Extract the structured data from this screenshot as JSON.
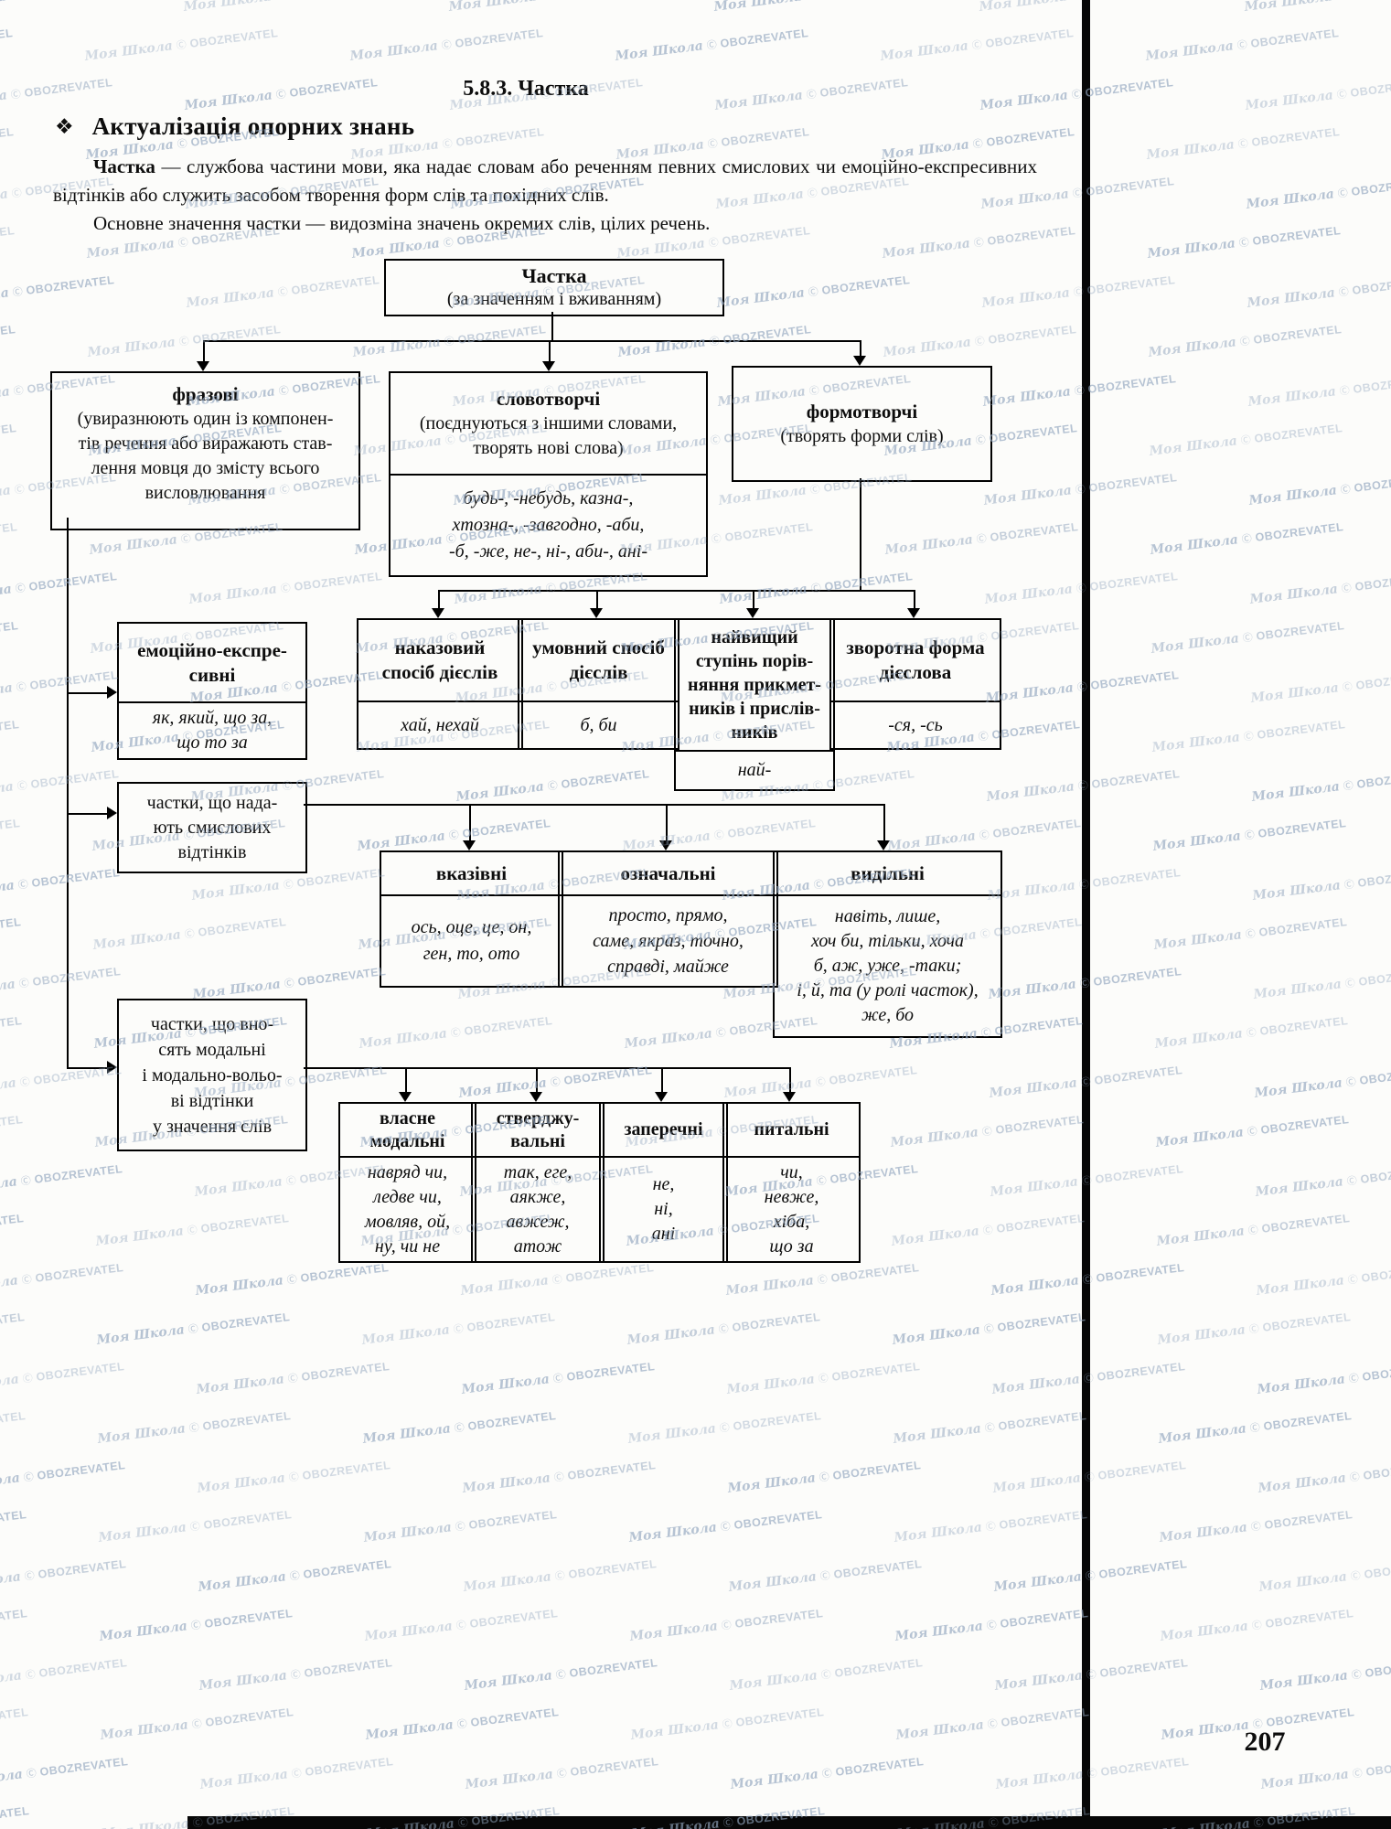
{
  "page": {
    "number": "207"
  },
  "watermark": {
    "script": "Моя Школа",
    "copy": "Ⓒ",
    "brand": "OBOZREVATEL",
    "color": "#93a7bf"
  },
  "heading": {
    "title": "5.8.3. Частка",
    "bullet": "❖",
    "subtitle": "Актуалізація опорних знань"
  },
  "intro": {
    "term": "Частка",
    "p1": " — службова частини мови, яка надає словам або реченням певних смислових чи емоційно-експресивних відтінків або служить засобом творення форм слів та похідних слів.",
    "p2": "Основне значення частки — видозміна значень окремих слів, цілих речень."
  },
  "diagram": {
    "root": {
      "title": "Частка",
      "subtitle": "(за значенням і вживанням)"
    },
    "frazovi": {
      "title": "фразові",
      "desc": "(увиразнюють один із компонен-\nтів речення або виражають став-\nлення мовця до змісту всього\nвисловлювання"
    },
    "slovotvorchi": {
      "title": "словотворчі",
      "desc": "(поєднуються з іншими словами,\nтворять нові слова)",
      "examples": "будь-, -небудь, казна-,\nхтозна-, -завгодно, -аби,\n-б, -же, не-, ні-, аби-, ані-"
    },
    "formotvorchi": {
      "title": "формотворчі",
      "desc": "(творять форми слів)"
    },
    "form_children": [
      {
        "title": "наказовий\nспосіб дієслів",
        "examples": "хай, нехай"
      },
      {
        "title": "умовний спосіб\nдієслів",
        "examples": "б, би"
      },
      {
        "title": "найвищий\nступінь порів-\nняння прикмет-\nників і прислів-\nників",
        "examples": "най-"
      },
      {
        "title": "зворотна форма\nдієслова",
        "examples": "-ся, -сь"
      }
    ],
    "emotsiini": {
      "title": "емоційно-експре-\nсивні",
      "examples": "як, який, що за,\nщо то за"
    },
    "smyslovi": {
      "title": "частки, що нада-\nють смислових\nвідтінків"
    },
    "smyslovi_children": [
      {
        "title": "вказівні",
        "examples": "ось, оце, це, он,\nген, то, ото"
      },
      {
        "title": "означальні",
        "examples": "просто, прямо,\nсаме, якраз, точно,\nсправді, майже"
      },
      {
        "title": "видільні",
        "examples": "навіть, лише,\nхоч би, тільки, хоча\nб, аж, уже, -таки;\nі, й, та (у ролі часток),\nже, бо"
      }
    ],
    "modalni": {
      "title": "частки, що вно-\nсять модальні\nі модально-вольо-\nві відтінки\nу значення слів"
    },
    "modalni_children": [
      {
        "title": "власне\nмодальні",
        "examples": "навряд чи,\nледве чи,\nмовляв, ой,\nну, чи не"
      },
      {
        "title": "стверджу-\nвальні",
        "examples": "так, еге,\nаякже,\nавжеж,\nатож"
      },
      {
        "title": "заперечні",
        "examples": "не,\nні,\nані"
      },
      {
        "title": "питальні",
        "examples": "чи,\nневже,\nхіба,\nщо за"
      }
    ]
  }
}
